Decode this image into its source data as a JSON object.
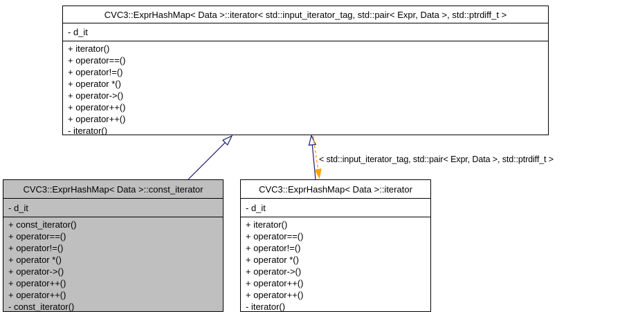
{
  "diagram": {
    "colors": {
      "node_border": "#000000",
      "node_fill": "#ffffff",
      "highlight_fill": "#bfbfbf",
      "inheritance_arrow": "#191970",
      "template_arrow": "#ffa500",
      "text": "#000000"
    },
    "nodes": [
      {
        "id": "base",
        "title": "CVC3::ExprHashMap< Data >::iterator< std::input_iterator_tag, std::pair< Expr, Data >, std::ptrdiff_t >",
        "attributes": [
          "- d_it"
        ],
        "methods": [
          "+ iterator()",
          "+ operator==()",
          "+ operator!=()",
          "+ operator *()",
          "+ operator->()",
          "+ operator++()",
          "+ operator++()",
          "- iterator()"
        ]
      },
      {
        "id": "const_iterator",
        "title": "CVC3::ExprHashMap< Data >::const_iterator",
        "attributes": [
          "- d_it"
        ],
        "methods": [
          "+ const_iterator()",
          "+ operator==()",
          "+ operator!=()",
          "+ operator *()",
          "+ operator->()",
          "+ operator++()",
          "+ operator++()",
          "- const_iterator()"
        ]
      },
      {
        "id": "iterator",
        "title": "CVC3::ExprHashMap< Data >::iterator",
        "attributes": [
          "- d_it"
        ],
        "methods": [
          "+ iterator()",
          "+ operator==()",
          "+ operator!=()",
          "+ operator *()",
          "+ operator->()",
          "+ operator++()",
          "+ operator++()",
          "- iterator()"
        ]
      }
    ],
    "edges": [
      {
        "type": "inheritance",
        "from": "const_iterator",
        "to": "base"
      },
      {
        "type": "inheritance",
        "from": "iterator",
        "to": "base"
      },
      {
        "type": "template-instantiation",
        "from": "base",
        "to": "iterator",
        "label": "< std::input_iterator_tag, std::pair< Expr, Data >, std::ptrdiff_t >"
      }
    ]
  }
}
